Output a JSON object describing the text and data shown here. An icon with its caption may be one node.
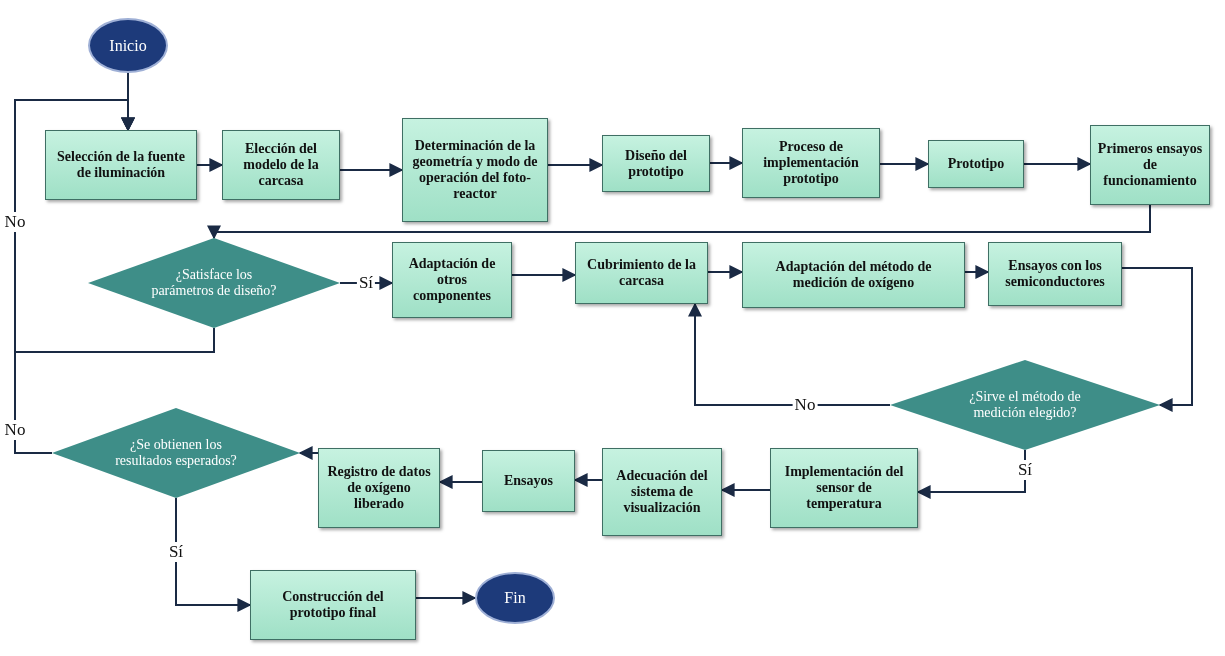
{
  "diagram": {
    "nodes": [
      {
        "text": [
          "Inicio"
        ]
      },
      {
        "text": [
          "Selección de la fuente de iluminación"
        ]
      },
      {
        "text": [
          "Elección del modelo de la carcasa"
        ]
      },
      {
        "text": [
          "Determinación de la geometría y modo de operación del foto-reactor"
        ]
      },
      {
        "text": [
          "Diseño del prototipo"
        ]
      },
      {
        "text": [
          "Proceso de implementación prototipo"
        ]
      },
      {
        "text": [
          "Prototipo"
        ]
      },
      {
        "text": [
          "Primeros ensayos de funcionamiento"
        ]
      },
      {
        "text": [
          "¿Satisface los parámetros de diseño?"
        ]
      },
      {
        "text": [
          "Adaptación de otros componentes"
        ]
      },
      {
        "text": [
          "Cubrimiento de la carcasa"
        ]
      },
      {
        "text": [
          "Adaptación del método de medición de oxígeno"
        ]
      },
      {
        "text": [
          "Ensayos con los semiconductores"
        ]
      },
      {
        "text": [
          "¿Sirve el método de medición elegido?"
        ]
      },
      {
        "text": [
          "Implementación del sensor de temperatura"
        ]
      },
      {
        "text": [
          "Adecuación del sistema de visualización"
        ]
      },
      {
        "text": [
          "Ensayos"
        ]
      },
      {
        "text": [
          "Registro de datos de oxígeno liberado"
        ]
      },
      {
        "text": [
          "¿Se obtienen los resultados esperados?"
        ]
      },
      {
        "text": [
          "Construcción del prototipo final"
        ]
      },
      {
        "text": [
          "Fin"
        ]
      }
    ],
    "edges": [
      {
        "from": 0,
        "to": 1,
        "arrow": "to"
      },
      {
        "from": 1,
        "to": 2,
        "arrow": "to"
      },
      {
        "from": 2,
        "to": 3,
        "arrow": "to"
      },
      {
        "from": 3,
        "to": 4,
        "arrow": "to"
      },
      {
        "from": 4,
        "to": 5,
        "arrow": "to"
      },
      {
        "from": 5,
        "to": 6,
        "arrow": "to"
      },
      {
        "from": 6,
        "to": 7,
        "arrow": "to"
      },
      {
        "from": 7,
        "to": 8,
        "arrow": "to"
      },
      {
        "from": 8,
        "to": 9,
        "label": "Sí",
        "arrow": "to"
      },
      {
        "from": 8,
        "to": 1,
        "label": "No",
        "arrow": "to"
      },
      {
        "from": 9,
        "to": 10,
        "arrow": "to"
      },
      {
        "from": 10,
        "to": 11,
        "arrow": "to"
      },
      {
        "from": 11,
        "to": 12,
        "arrow": "to"
      },
      {
        "from": 12,
        "to": 13,
        "arrow": "to"
      },
      {
        "from": 13,
        "to": 10,
        "label": "No",
        "arrow": "to"
      },
      {
        "from": 13,
        "to": 14,
        "label": "Sí",
        "arrow": "to"
      },
      {
        "from": 14,
        "to": 15,
        "arrow": "to"
      },
      {
        "from": 15,
        "to": 16,
        "arrow": "to"
      },
      {
        "from": 16,
        "to": 17,
        "arrow": "to"
      },
      {
        "from": 17,
        "to": 18,
        "arrow": "to"
      },
      {
        "from": 18,
        "to": 1,
        "label": "No",
        "arrow": "to"
      },
      {
        "from": 18,
        "to": 19,
        "label": "Sí",
        "arrow": "to"
      },
      {
        "from": 19,
        "to": 20,
        "arrow": "to"
      }
    ]
  }
}
